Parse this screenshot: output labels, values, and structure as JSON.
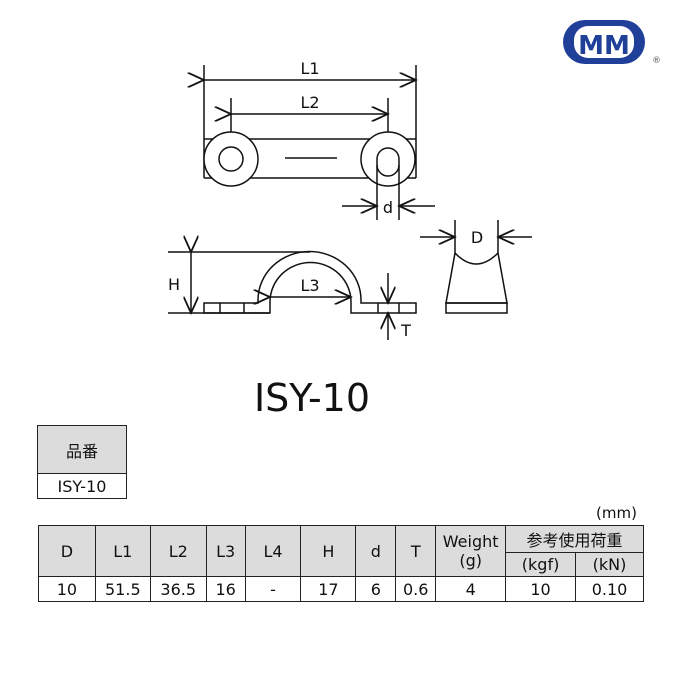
{
  "logo": {
    "text": "MM",
    "registered": "®",
    "color": "#1f3f99"
  },
  "drawing": {
    "labels": {
      "l1": "L1",
      "l2": "L2",
      "l3": "L3",
      "d_small": "d",
      "d_big": "D",
      "h": "H",
      "t": "T"
    }
  },
  "model": "ISY-10",
  "part_table": {
    "header": "品番",
    "value": "ISY-10"
  },
  "spec_table": {
    "unit": "(mm)",
    "headers": [
      "D",
      "L1",
      "L2",
      "L3",
      "L4",
      "H",
      "d",
      "T"
    ],
    "weight_header": "Weight",
    "weight_unit": "(g)",
    "load_header": "参考使用荷重",
    "load_units": [
      "(kgf)",
      "(kN)"
    ],
    "values": [
      "10",
      "51.5",
      "36.5",
      "16",
      "-",
      "17",
      "6",
      "0.6",
      "4",
      "10",
      "0.10"
    ]
  }
}
